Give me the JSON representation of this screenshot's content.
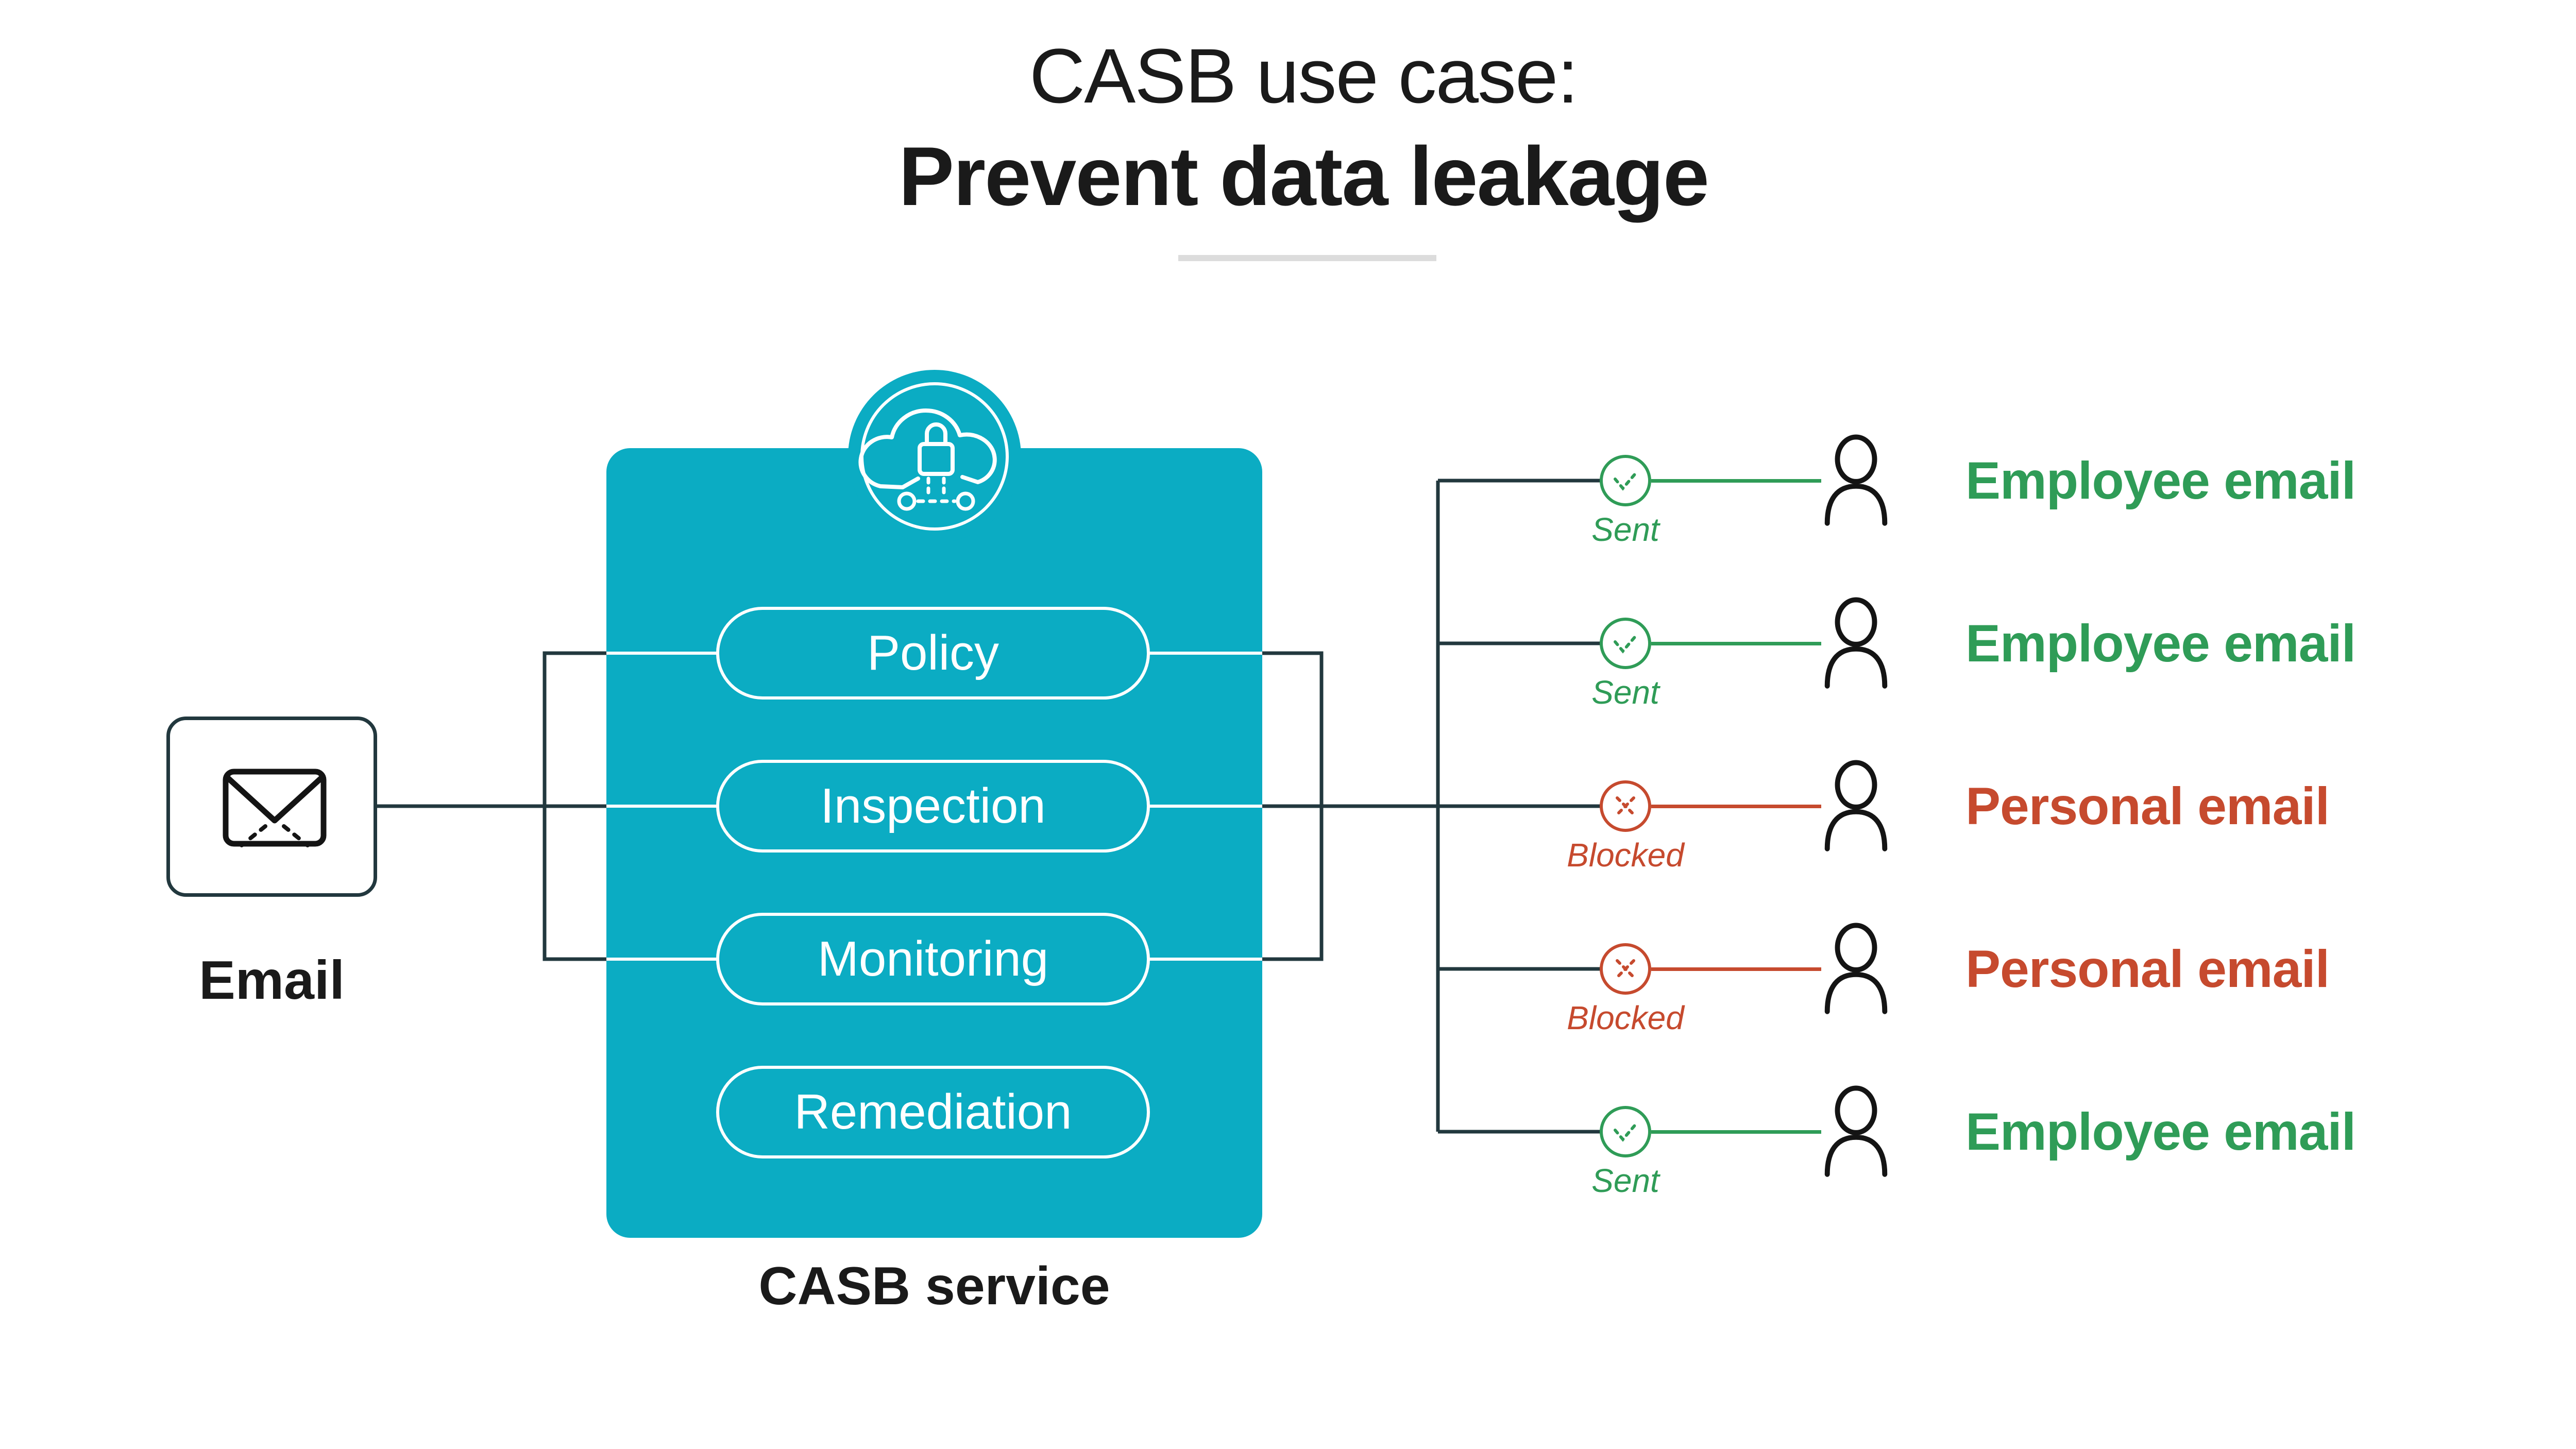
{
  "title": {
    "line1": "CASB use case:",
    "line2": "Prevent data leakage"
  },
  "source": {
    "label": "Email",
    "icon": "envelope-icon"
  },
  "casb": {
    "icon": "cloud-lock-icon",
    "service_label": "CASB service",
    "pills": [
      {
        "label": "Policy"
      },
      {
        "label": "Inspection"
      },
      {
        "label": "Monitoring"
      },
      {
        "label": "Remediation"
      }
    ]
  },
  "outputs": [
    {
      "status": "Sent",
      "label": "Employee email",
      "result": "allowed",
      "icon": "check-circle-icon"
    },
    {
      "status": "Sent",
      "label": "Employee email",
      "result": "allowed",
      "icon": "check-circle-icon"
    },
    {
      "status": "Blocked",
      "label": "Personal email",
      "result": "blocked",
      "icon": "cross-circle-icon"
    },
    {
      "status": "Blocked",
      "label": "Personal email",
      "result": "blocked",
      "icon": "cross-circle-icon"
    },
    {
      "status": "Sent",
      "label": "Employee email",
      "result": "allowed",
      "icon": "check-circle-icon"
    }
  ],
  "colors": {
    "teal": "#0BACC3",
    "green": "#2F9C57",
    "red": "#C64A2E",
    "line": "#22383E",
    "text": "#1A1A1A",
    "divider": "#DCDCDC"
  }
}
